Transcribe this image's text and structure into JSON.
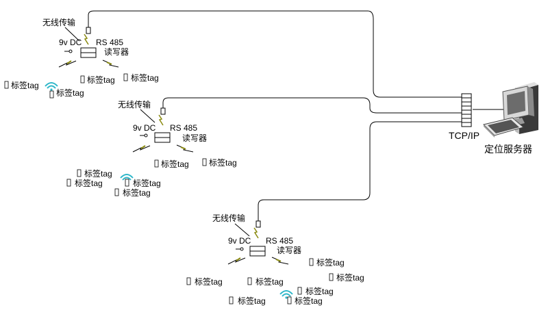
{
  "labels": {
    "wireless": "无线传输",
    "dc": "9v DC",
    "rs485": "RS 485",
    "reader": "读写器",
    "tag": "标签tag",
    "tcpip": "TCP/IP",
    "server": "定位服务器"
  },
  "colors": {
    "line": "#000000",
    "signal": "#2fb7c9",
    "bolt": "#8a8a10",
    "monitor_dark": "#2f2f2f",
    "monitor_light": "#c8c8c8",
    "monitor_screen": "#777777"
  }
}
